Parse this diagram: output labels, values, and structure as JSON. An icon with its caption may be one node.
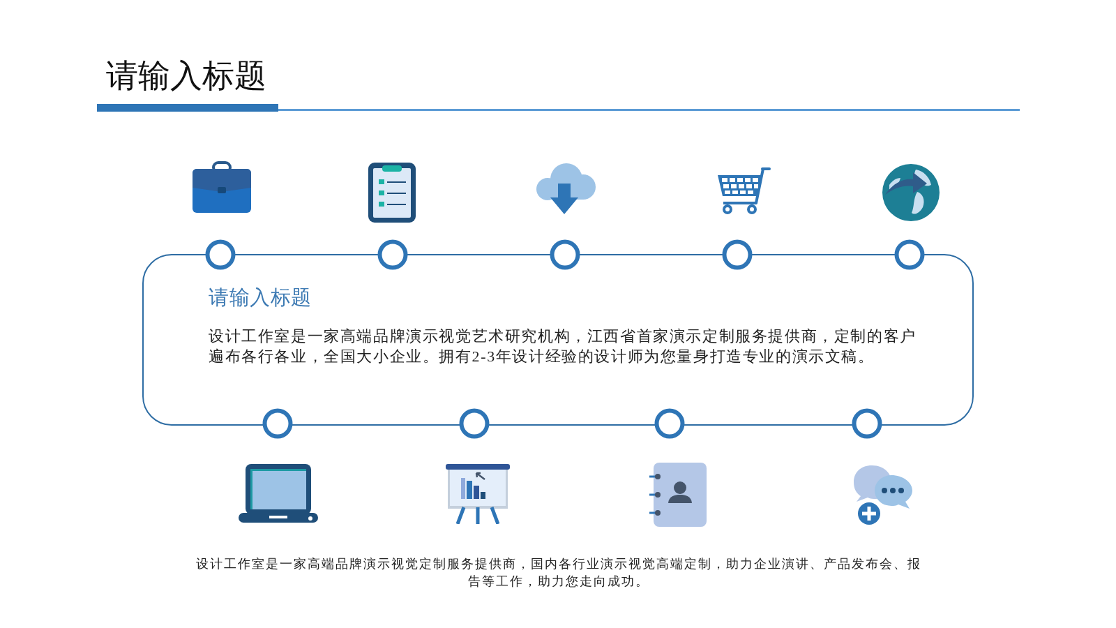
{
  "diagram": {
    "title": "请输入标题",
    "nodes": [
      {
        "text": [
          "请输入标题",
          "设计工作室是一家高端品牌演示视觉艺术研究机构，江西省首家演示定制服务提供商，定制的客户遍布各行各业，全国大小企业。拥有2-3年设计经验的设计师为您量身打造专业的演示文稿。"
        ]
      }
    ],
    "labels": [
      "设计工作室是一家高端品牌演示视觉定制服务提供商，国内各行业演示视觉高端定制，助力企业演讲、产品发布会、报告等工作，助力您走向成功。"
    ]
  }
}
